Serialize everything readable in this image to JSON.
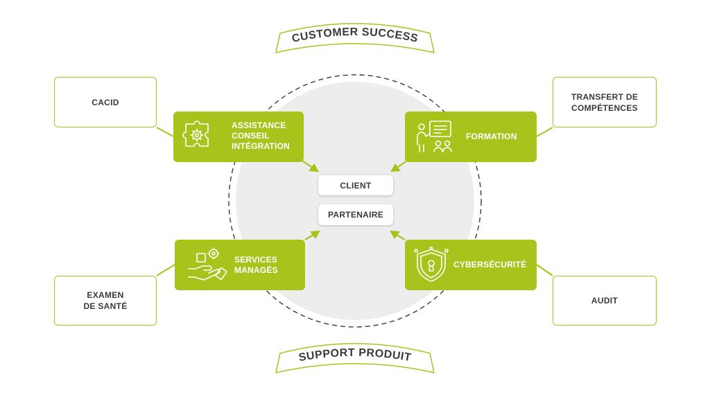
{
  "banners": {
    "top": "CUSTOMER SUCCESS",
    "bottom": "SUPPORT PRODUIT"
  },
  "center": {
    "client": "CLIENT",
    "partner": "PARTENAIRE"
  },
  "services": {
    "assistance": {
      "label": "ASSISTANCE\nCONSEIL\nINTÉGRATION",
      "icon": "puzzle-gear-icon"
    },
    "formation": {
      "label": "FORMATION",
      "icon": "presentation-board-icon"
    },
    "services_manages": {
      "label": "SERVICES\nMANAGÉS",
      "icon": "hand-gears-icon"
    },
    "cybersecurite": {
      "label": "CYBERSÉCURITÉ",
      "icon": "shield-lock-icon"
    }
  },
  "outcomes": {
    "cacid": "CACID",
    "transfert": "TRANSFERT DE\nCOMPÉTENCES",
    "examen": "EXAMEN\nDE SANTÉ",
    "audit": "AUDIT"
  },
  "colors": {
    "accent_green": "#a8c31b",
    "text_dark": "#3a3a3a",
    "circle_fill": "#ededed",
    "dashed_ring": "#3a3a3a"
  }
}
